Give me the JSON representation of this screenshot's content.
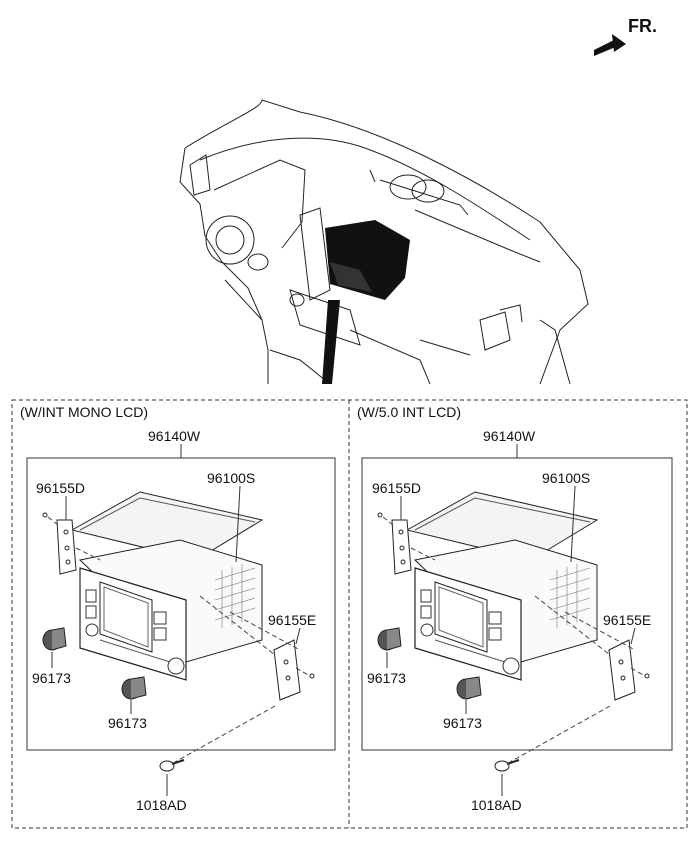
{
  "orientation": {
    "label": "FR."
  },
  "panels": [
    {
      "title": "(W/INT MONO LCD)",
      "assembly": "96140W",
      "parts": {
        "bracket_left": "96155D",
        "cover": "96100S",
        "knob_left": "96173",
        "knob_lower": "96173",
        "bracket_right": "96155E",
        "screw": "1018AD"
      }
    },
    {
      "title": "(W/5.0 INT LCD)",
      "assembly": "96140W",
      "parts": {
        "bracket_left": "96155D",
        "cover": "96100S",
        "knob_left": "96173",
        "knob_lower": "96173",
        "bracket_right": "96155E",
        "screw": "1018AD"
      }
    }
  ]
}
